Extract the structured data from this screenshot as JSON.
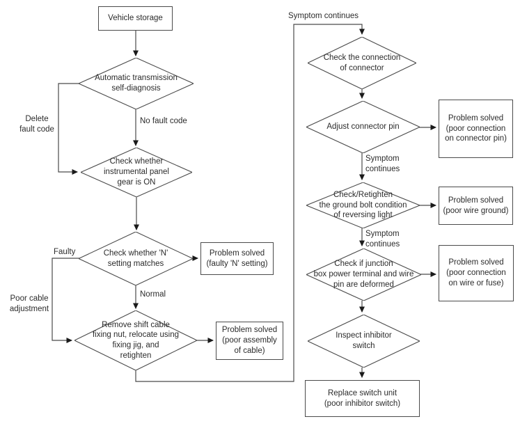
{
  "title": "Inhibitor switch diagnostic flowchart",
  "colors": {
    "background": "#ffffff",
    "line": "#4a4a4a",
    "text": "#2b2b2b",
    "arrowhead": "#1a1a1a"
  },
  "nodes": {
    "vehicle_storage": "Vehicle storage",
    "self_diagnosis": "Automatic transmission\nself-diagnosis",
    "panel_gear": "Check whether\ninstrumental panel\ngear is ON",
    "n_setting": "Check whether 'N'\nsetting matches",
    "shift_cable": "Remove shift cable\nfixing nut, relocate using\nfixing jig, and\nretighten",
    "solved_n_setting": "Problem solved\n(faulty 'N' setting)",
    "solved_cable": "Problem solved\n(poor assembly\nof cable)",
    "connection_connector": "Check the connection\nof connector",
    "adjust_pin": "Adjust connector pin",
    "solved_pin": "Problem solved\n(poor connection\non connector pin)",
    "ground_bolt": "Check/Retighten\nthe ground bolt condition\nof reversing light",
    "solved_ground": "Problem solved\n(poor wire ground)",
    "junction_box": "Check if junction\nbox power terminal and wire\npin are deformed",
    "solved_wire_fuse": "Problem solved\n(poor connection\non wire or fuse)",
    "inspect_inhibitor": "Inspect inhibitor\nswitch",
    "replace_switch": "Replace switch unit\n(poor inhibitor switch)"
  },
  "labels": {
    "delete_fault_code": "Delete\nfault code",
    "no_fault_code": "No fault code",
    "faulty": "Faulty",
    "normal": "Normal",
    "poor_cable": "Poor cable\nadjustment",
    "symptom_top": "Symptom continues",
    "symptom_mid1": "Symptom\ncontinues",
    "symptom_mid2": "Symptom\ncontinues"
  }
}
